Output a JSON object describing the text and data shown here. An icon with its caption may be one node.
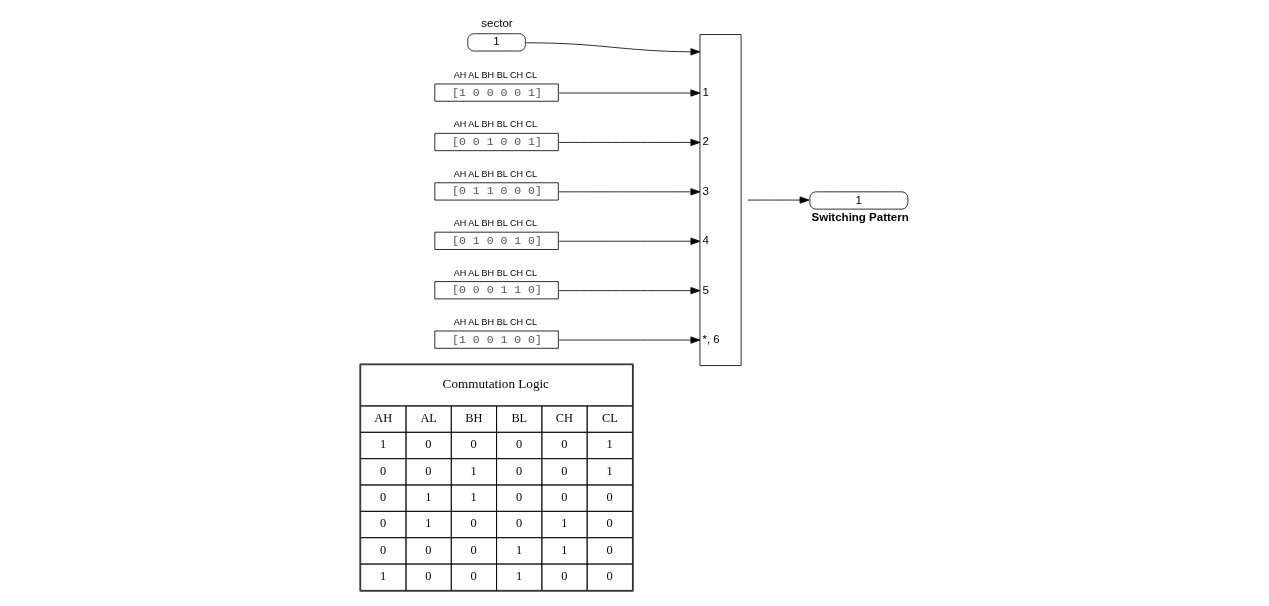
{
  "diagram": {
    "nodes": [
      {
        "text": [
          "1"
        ],
        "beside": [
          "sector"
        ]
      },
      {
        "text": [
          "AH AL BH BL CH CL",
          "[1 0 0 0 0 1]"
        ]
      },
      {
        "text": [
          "AH AL BH BL CH CL",
          "[0 0 1 0 0 1]"
        ]
      },
      {
        "text": [
          "AH AL BH BL CH CL",
          "[0 1 1 0 0 0]"
        ]
      },
      {
        "text": [
          "AH AL BH BL CH CL",
          "[0 1 0 0 1 0]"
        ]
      },
      {
        "text": [
          "AH AL BH BL CH CL",
          "[0 0 0 1 1 0]"
        ]
      },
      {
        "text": [
          "AH AL BH BL CH CL",
          "[1 0 0 1 0 0]"
        ]
      },
      {
        "text": [
          "1",
          "2",
          "3",
          "4",
          "5",
          "*, 6"
        ]
      },
      {
        "text": [
          "1"
        ],
        "beside": [
          "Switching Pattern"
        ]
      }
    ],
    "edges": [
      {
        "from": 0,
        "to": 7,
        "arrow": "to"
      },
      {
        "from": 1,
        "to": 7,
        "arrow": "to"
      },
      {
        "from": 2,
        "to": 7,
        "arrow": "to"
      },
      {
        "from": 3,
        "to": 7,
        "arrow": "to"
      },
      {
        "from": 4,
        "to": 7,
        "arrow": "to"
      },
      {
        "from": 5,
        "to": 7,
        "arrow": "to"
      },
      {
        "from": 6,
        "to": 7,
        "arrow": "to"
      },
      {
        "from": 7,
        "to": 8,
        "arrow": "to"
      }
    ],
    "labels": [
      "Commutation Logic",
      "AH",
      "AL",
      "BH",
      "BL",
      "CH",
      "CL",
      "1",
      "0",
      "0",
      "0",
      "0",
      "1",
      "0",
      "0",
      "1",
      "0",
      "0",
      "1",
      "0",
      "1",
      "1",
      "0",
      "0",
      "0",
      "0",
      "1",
      "0",
      "0",
      "1",
      "0",
      "0",
      "0",
      "0",
      "1",
      "1",
      "0",
      "1",
      "0",
      "0",
      "1",
      "0",
      "0"
    ]
  }
}
